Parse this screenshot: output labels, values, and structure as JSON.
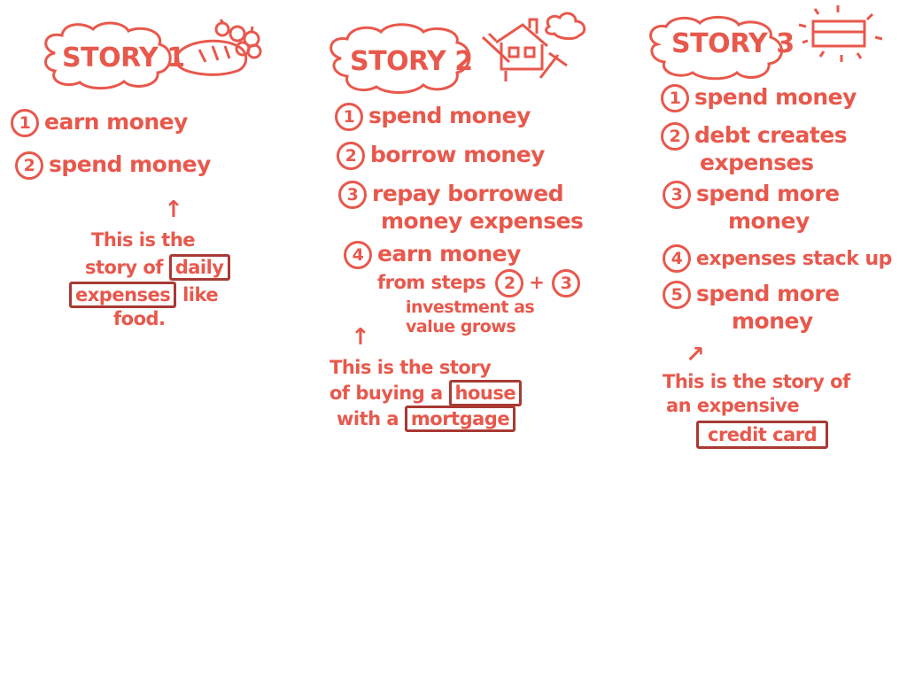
{
  "stories": [
    {
      "title": "STORY 1",
      "steps": [
        {
          "num": "1",
          "text": "earn money"
        },
        {
          "num": "2",
          "text": "spend money"
        }
      ],
      "note": {
        "line1": "This is the",
        "line2a": "story of",
        "line2b": "daily",
        "line3a": "expenses",
        "line3b": "like",
        "line4": "food."
      }
    },
    {
      "title": "STORY 2",
      "steps": [
        {
          "num": "1",
          "text": "spend money"
        },
        {
          "num": "2",
          "text": "borrow money"
        },
        {
          "num": "3",
          "text": "repay borrowed",
          "text2": "money expenses"
        },
        {
          "num": "4",
          "text": "earn money",
          "text2a": "from steps",
          "text2b": "2",
          "text2c": "+",
          "text2d": "3",
          "text3": "investment as",
          "text4": "value grows"
        }
      ],
      "note": {
        "line1": "This is the story",
        "line2a": "of buying a",
        "line2b": "house",
        "line3a": "with a",
        "line3b": "mortgage"
      }
    },
    {
      "title": "STORY 3",
      "steps": [
        {
          "num": "1",
          "text": "spend money"
        },
        {
          "num": "2",
          "text": "debt creates",
          "text2": "expenses"
        },
        {
          "num": "3",
          "text": "spend more",
          "text2": "money"
        },
        {
          "num": "4",
          "text": "expenses stack up"
        },
        {
          "num": "5",
          "text": "spend more",
          "text2": "money"
        }
      ],
      "note": {
        "line1": "This is the story of",
        "line2": "an expensive",
        "line3": "credit card"
      }
    }
  ],
  "colors": {
    "ink": "#e8584c",
    "box": "#a83a34"
  }
}
